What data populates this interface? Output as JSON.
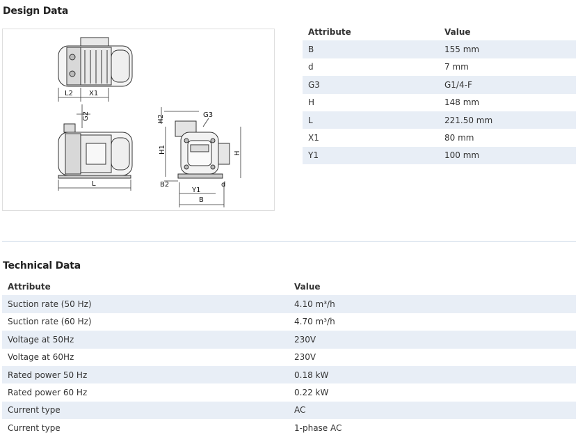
{
  "design": {
    "title": "Design Data",
    "drawing_labels": {
      "L2": "L2",
      "X1": "X1",
      "G2": "G2",
      "L": "L",
      "H2": "H2",
      "G3": "G3",
      "H1": "H1",
      "H": "H",
      "B2": "B2",
      "Y1": "Y1",
      "d": "d",
      "B": "B"
    },
    "table": {
      "headers": [
        "Attribute",
        "Value"
      ],
      "rows": [
        {
          "attribute": "B",
          "value": "155 mm"
        },
        {
          "attribute": "d",
          "value": "7 mm"
        },
        {
          "attribute": "G3",
          "value": "G1/4-F"
        },
        {
          "attribute": "H",
          "value": "148 mm"
        },
        {
          "attribute": "L",
          "value": "221.50 mm"
        },
        {
          "attribute": "X1",
          "value": "80 mm"
        },
        {
          "attribute": "Y1",
          "value": "100 mm"
        }
      ]
    }
  },
  "technical": {
    "title": "Technical Data",
    "table": {
      "headers": [
        "Attribute",
        "Value"
      ],
      "rows": [
        {
          "attribute": "Suction rate (50 Hz)",
          "value": "4.10 m³/h"
        },
        {
          "attribute": "Suction rate (60 Hz)",
          "value": "4.70 m³/h"
        },
        {
          "attribute": "Voltage at 50Hz",
          "value": "230V"
        },
        {
          "attribute": "Voltage at 60Hz",
          "value": "230V"
        },
        {
          "attribute": "Rated power 50 Hz",
          "value": "0.18 kW"
        },
        {
          "attribute": "Rated power 60 Hz",
          "value": "0.22 kW"
        },
        {
          "attribute": "Current type",
          "value": "AC"
        },
        {
          "attribute": "Current type",
          "value": "1-phase AC"
        }
      ]
    }
  }
}
